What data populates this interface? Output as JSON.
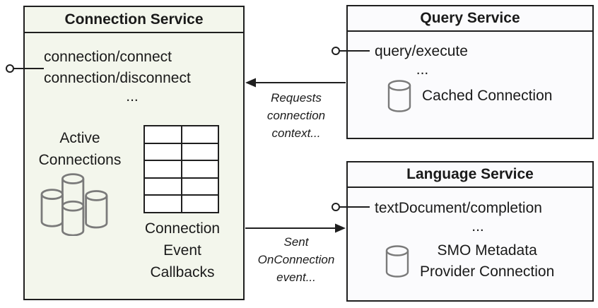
{
  "colors": {
    "canvas_bg": "#ffffff",
    "connection_box_fill": "#f3f6ec",
    "service_box_fill": "#fbfbfd",
    "line": "#1f1f1f",
    "text": "#1a1a1a",
    "icon_stroke": "#7a7a7a"
  },
  "connection_service": {
    "title": "Connection Service",
    "methods": [
      "connection/connect",
      "connection/disconnect"
    ],
    "ellipsis": "...",
    "active_connections": [
      "Active",
      "Connections"
    ],
    "callbacks_label": [
      "Connection",
      "Event",
      "Callbacks"
    ],
    "callbacks_table": {
      "rows": 5,
      "cols": 2
    },
    "icons": {
      "cluster": "databases-cluster-icon",
      "interface": "interface-lollipop-icon",
      "table": "callbacks-table-grid"
    }
  },
  "query_service": {
    "title": "Query Service",
    "methods": [
      "query/execute"
    ],
    "ellipsis": "...",
    "connection_label": "Cached Connection",
    "icons": {
      "database": "database-cylinder-icon",
      "interface": "interface-lollipop-icon"
    }
  },
  "language_service": {
    "title": "Language Service",
    "methods": [
      "textDocument/completion"
    ],
    "ellipsis": "...",
    "connection_label": [
      "SMO Metadata",
      "Provider Connection"
    ],
    "icons": {
      "database": "database-cylinder-icon",
      "interface": "interface-lollipop-icon"
    }
  },
  "edges": [
    {
      "from": "Query Service",
      "to": "Connection Service",
      "direction": "left",
      "label": [
        "Requests",
        "connection",
        "context..."
      ]
    },
    {
      "from": "Connection Service",
      "to": "Language Service",
      "direction": "right",
      "label": [
        "Sent",
        "OnConnection",
        "event..."
      ]
    }
  ]
}
